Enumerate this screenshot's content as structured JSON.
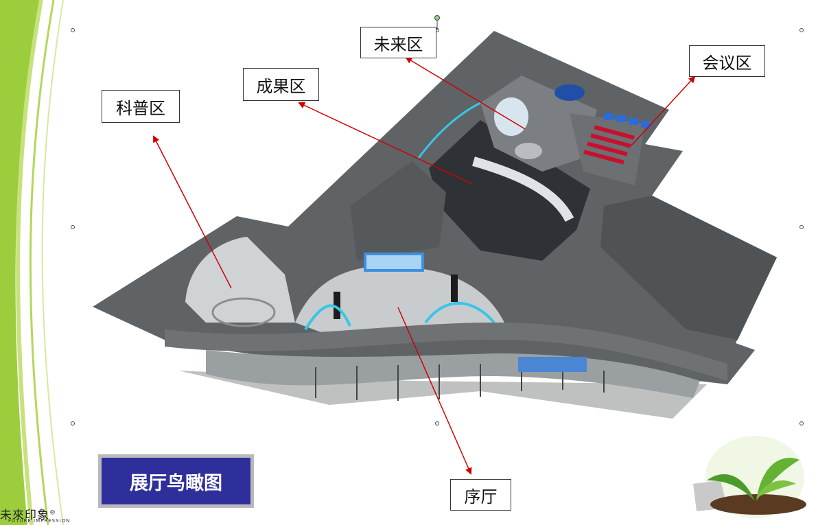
{
  "title": "展厅鸟瞰图",
  "brand": {
    "name_cn": "未來印象",
    "registered": "®",
    "name_en": "FUTURE IMPRESSION"
  },
  "zones": [
    {
      "key": "future",
      "label": "未来区"
    },
    {
      "key": "meeting",
      "label": "会议区"
    },
    {
      "key": "results",
      "label": "成果区"
    },
    {
      "key": "science",
      "label": "科普区"
    },
    {
      "key": "lobby",
      "label": "序厅"
    }
  ],
  "colors": {
    "title_bg": "#2f2f9c",
    "title_frame": "#b9b9bd",
    "arrow": "#d00000",
    "accent_green": "#8cc63f",
    "wall": "#5f6366"
  }
}
